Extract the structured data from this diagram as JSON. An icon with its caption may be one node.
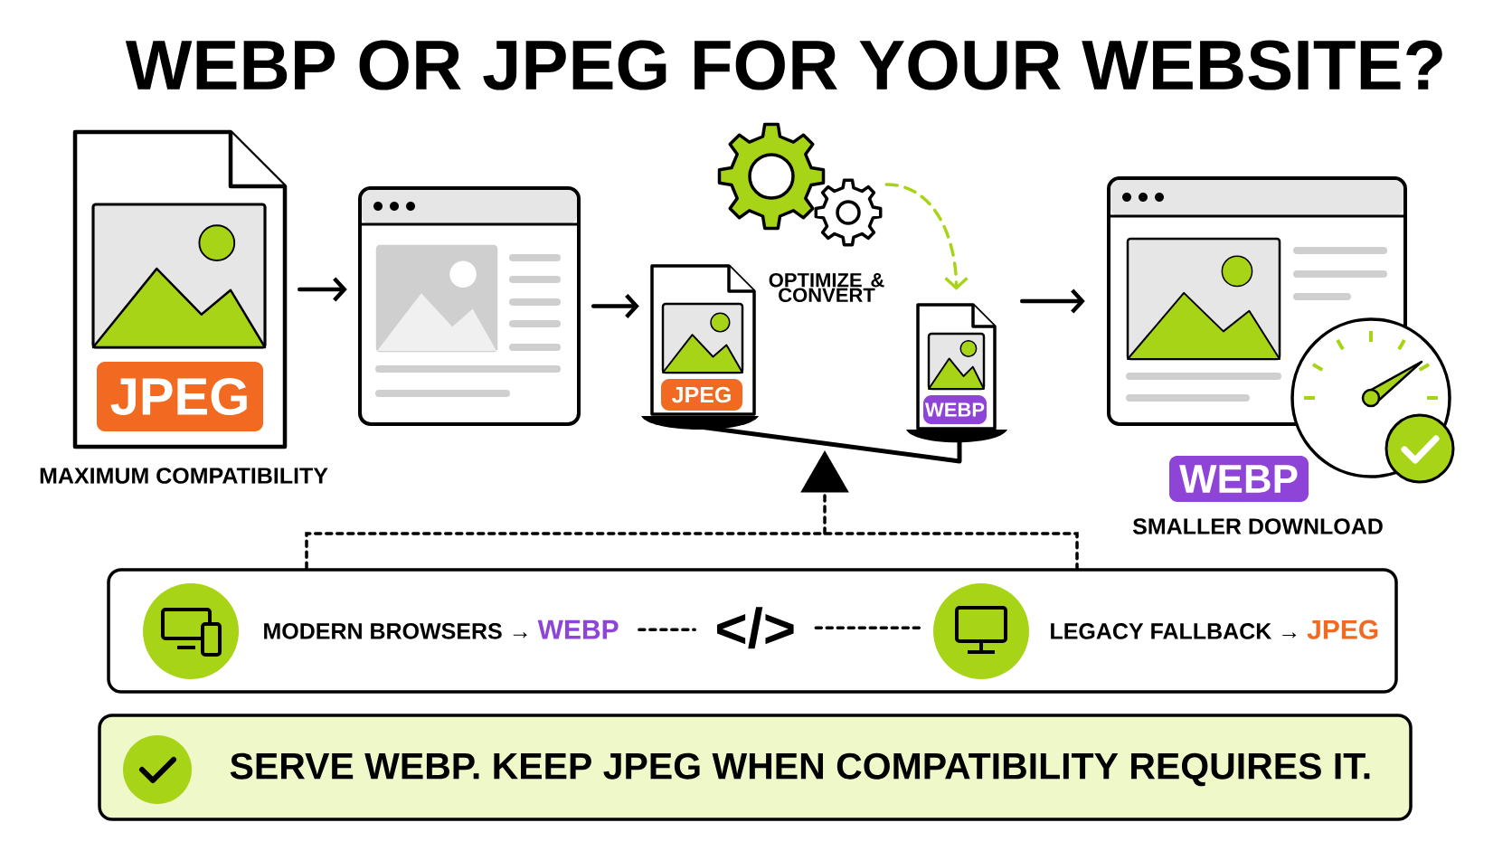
{
  "diagram": {
    "title": "WEBP OR JPEG FOR YOUR WEBSITE?",
    "nodes": [
      {
        "text": [
          "JPEG"
        ],
        "beside": [
          "MAXIMUM COMPATIBILITY"
        ]
      },
      {
        "text": [],
        "shape": "picture"
      },
      {
        "text": [
          "JPEG"
        ]
      },
      {
        "text": [],
        "shape": "picture"
      },
      {
        "text": [
          "WEBP"
        ]
      },
      {
        "text": [
          "WEBP"
        ],
        "beside": [
          "SMALLER DOWNLOAD"
        ]
      },
      {
        "text": [],
        "shape": "triangle"
      },
      {
        "text": [],
        "shape": "box"
      },
      {
        "text": [
          "MODERN BROWSERS →",
          "WEBP"
        ],
        "in": 7
      },
      {
        "text": [
          "</>"
        ],
        "in": 7
      },
      {
        "text": [
          "LEGACY FALLBACK →",
          "JPEG"
        ],
        "in": 7
      },
      {
        "text": [
          "SERVE WEBP. KEEP JPEG WHEN COMPATIBILITY REQUIRES IT."
        ]
      }
    ],
    "edges": [
      {
        "from": 0,
        "to": 1,
        "arrow": "to"
      },
      {
        "from": 1,
        "to": 2,
        "arrow": "to"
      },
      {
        "from": 3,
        "to": 4,
        "arrow": "to",
        "style": "dashed",
        "color": "#a8d418"
      },
      {
        "from": 4,
        "to": 5,
        "arrow": "to"
      },
      {
        "from": 7,
        "to": 6,
        "arrow": "none",
        "style": "dashed"
      },
      {
        "from": 8,
        "to": 9,
        "arrow": "none",
        "style": "dashed"
      },
      {
        "from": 9,
        "to": 10,
        "arrow": "none",
        "style": "dashed"
      }
    ],
    "labels": [
      "OPTIMIZE & CONVERT"
    ]
  }
}
